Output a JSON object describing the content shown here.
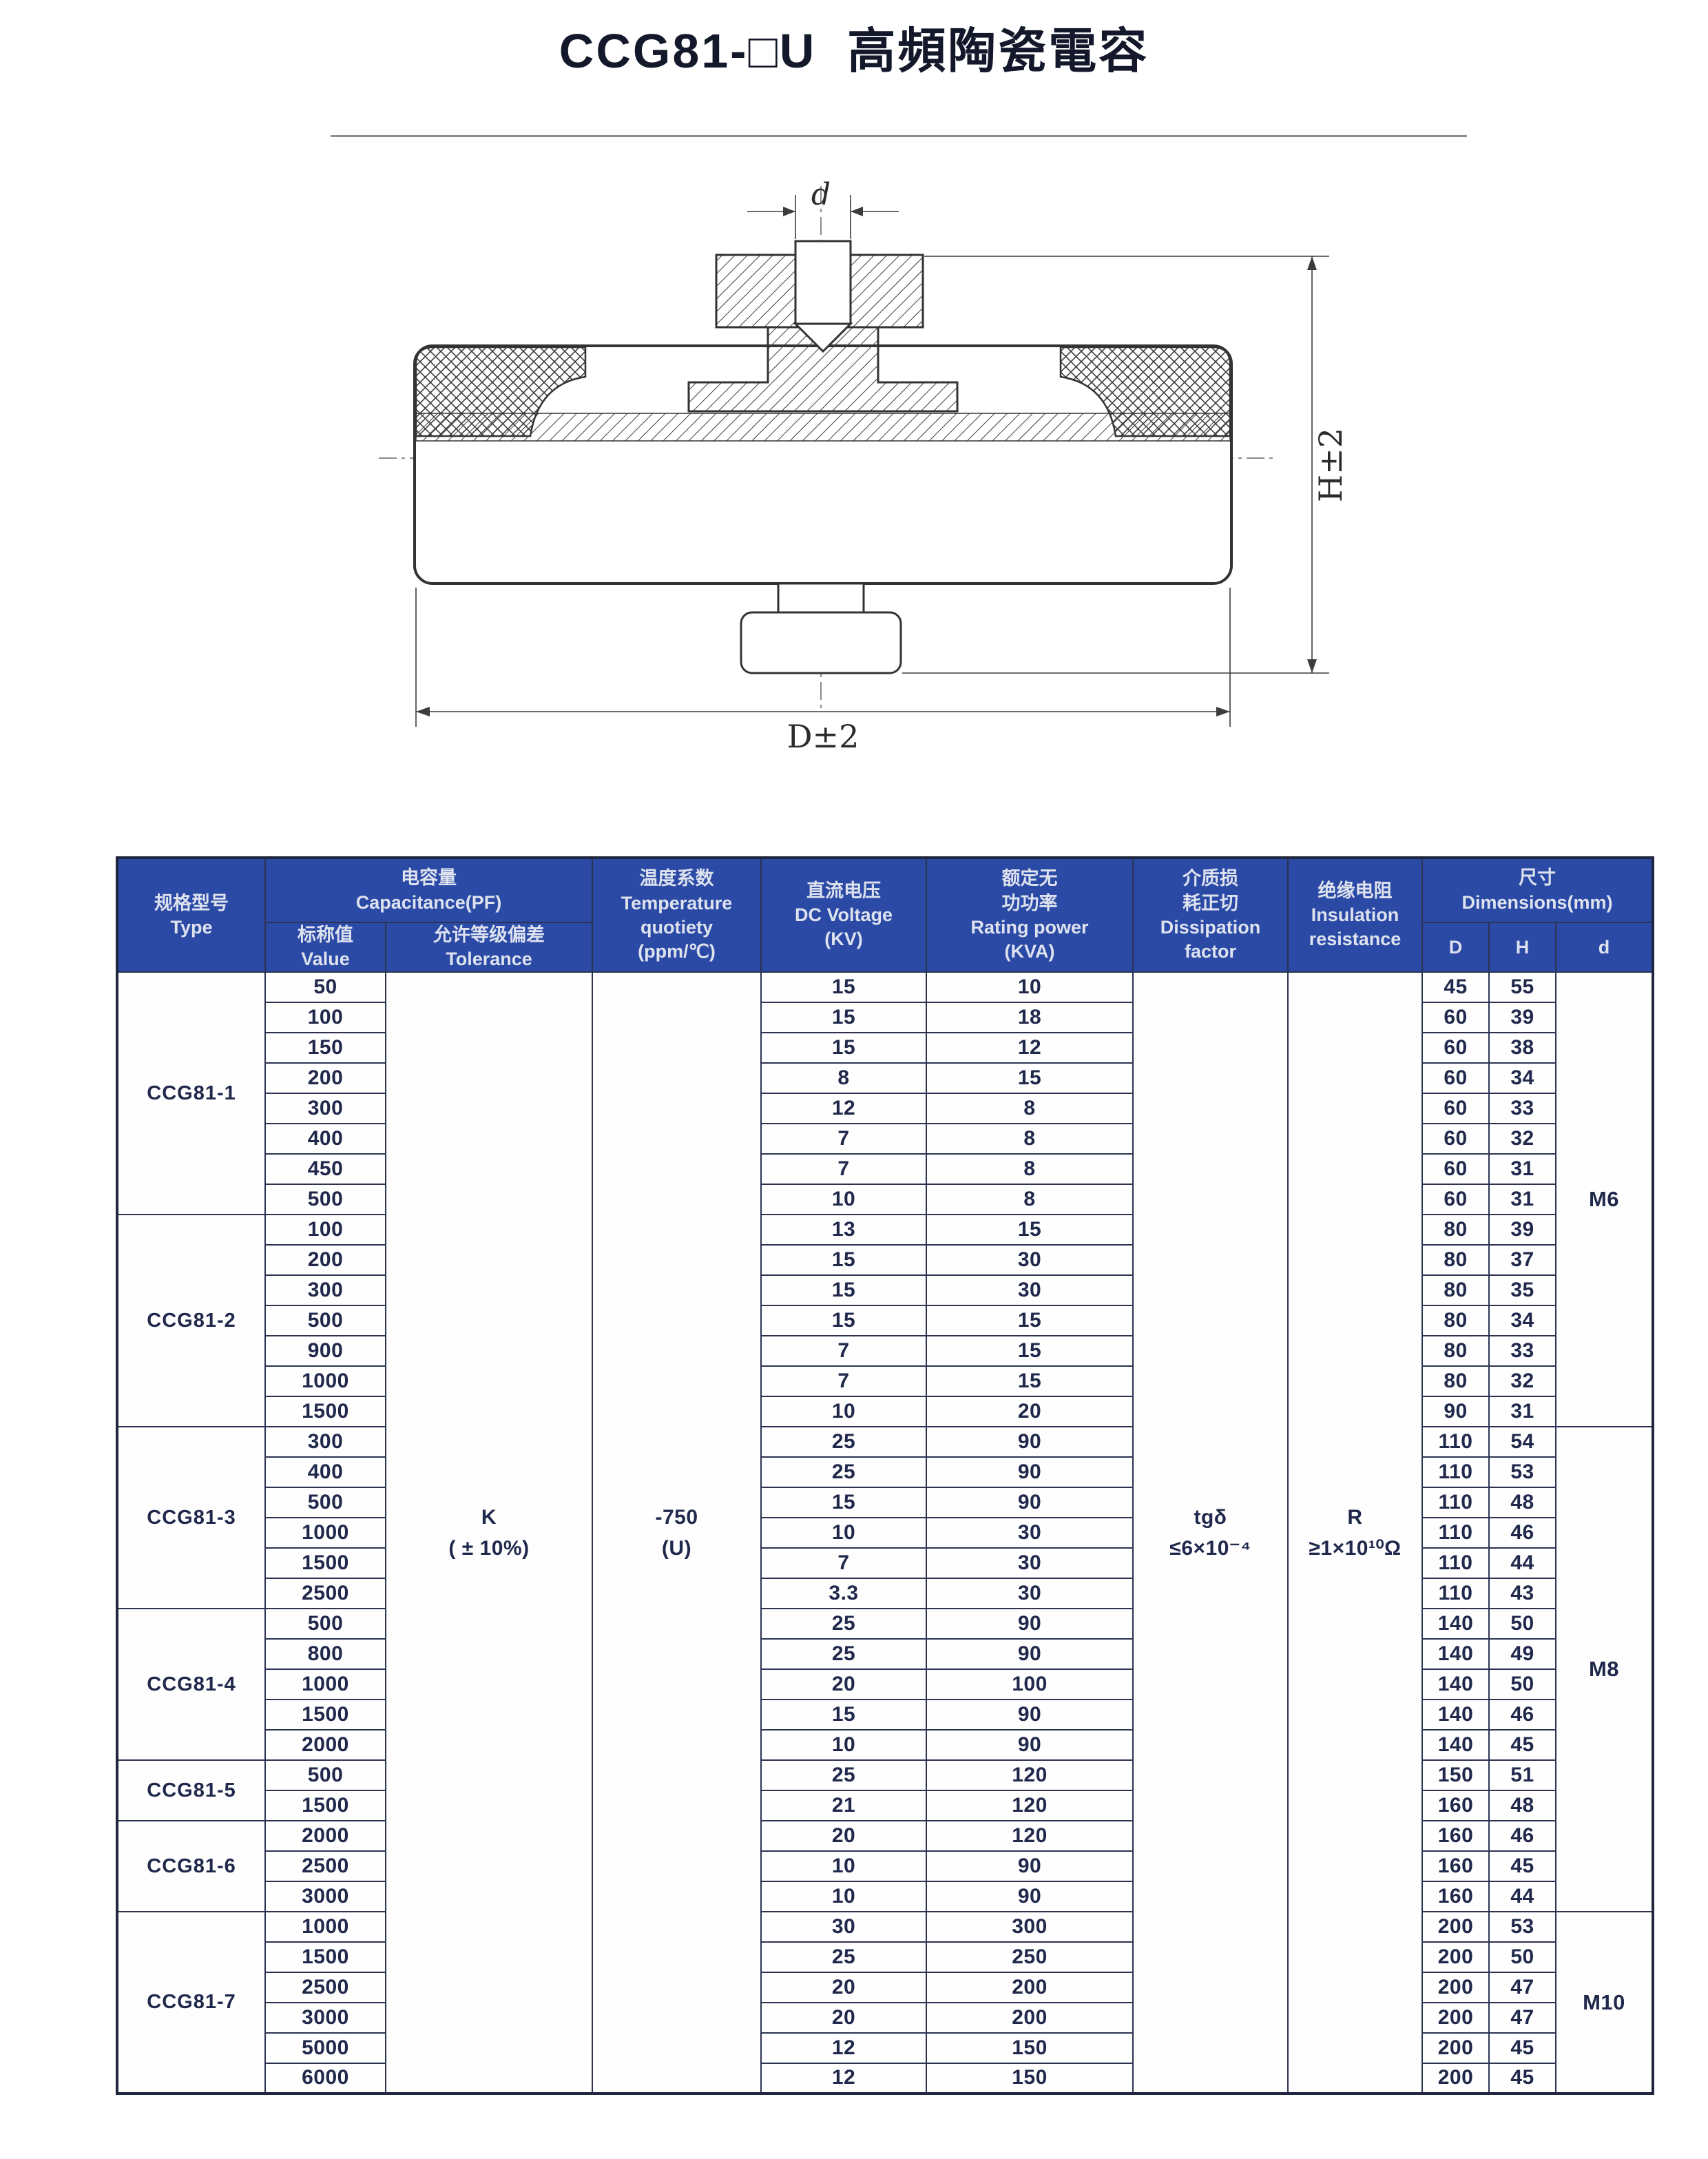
{
  "page": {
    "title": "CCG81-□U  高頻陶瓷電容"
  },
  "diagram": {
    "dim_d": "d",
    "dim_D": "D±2",
    "dim_H": "H±2"
  },
  "table": {
    "headers": {
      "type": "规格型号\nType",
      "capacitance": "电容量\nCapacitance(PF)",
      "value": "标称值\nValue",
      "tolerance": "允许等级偏差\nTolerance",
      "temperature": "温度系数\nTemperature\nquotiety\n(ppm/℃)",
      "voltage": "直流电压\nDC Voltage\n(KV)",
      "power": "额定无\n功功率\nRating power\n(KVA)",
      "dissipation": "介质损\n耗正切\nDissipation\nfactor",
      "insulation": "绝缘电阻\nInsulation\nresistance",
      "dimensions": "尺寸\nDimensions(mm)",
      "dim_D": "D",
      "dim_H": "H",
      "dim_d": "d"
    },
    "shared": {
      "tolerance": "K\n( ± 10%)",
      "temperature": "-750\n(U)",
      "dissipation": "tgδ\n≤6×10⁻⁴",
      "insulation": "R\n≥1×10¹⁰Ω"
    },
    "thread_groups": [
      {
        "label": "M6",
        "rows": 15
      },
      {
        "label": "M8",
        "rows": 16
      },
      {
        "label": "M10",
        "rows": 6
      }
    ],
    "groups": [
      {
        "type": "CCG81-1",
        "rows": [
          [
            "50",
            "15",
            "10",
            "45",
            "55"
          ],
          [
            "100",
            "15",
            "18",
            "60",
            "39"
          ],
          [
            "150",
            "15",
            "12",
            "60",
            "38"
          ],
          [
            "200",
            "8",
            "15",
            "60",
            "34"
          ],
          [
            "300",
            "12",
            "8",
            "60",
            "33"
          ],
          [
            "400",
            "7",
            "8",
            "60",
            "32"
          ],
          [
            "450",
            "7",
            "8",
            "60",
            "31"
          ],
          [
            "500",
            "10",
            "8",
            "60",
            "31"
          ]
        ]
      },
      {
        "type": "CCG81-2",
        "rows": [
          [
            "100",
            "13",
            "15",
            "80",
            "39"
          ],
          [
            "200",
            "15",
            "30",
            "80",
            "37"
          ],
          [
            "300",
            "15",
            "30",
            "80",
            "35"
          ],
          [
            "500",
            "15",
            "15",
            "80",
            "34"
          ],
          [
            "900",
            "7",
            "15",
            "80",
            "33"
          ],
          [
            "1000",
            "7",
            "15",
            "80",
            "32"
          ],
          [
            "1500",
            "10",
            "20",
            "90",
            "31"
          ]
        ]
      },
      {
        "type": "CCG81-3",
        "rows": [
          [
            "300",
            "25",
            "90",
            "110",
            "54"
          ],
          [
            "400",
            "25",
            "90",
            "110",
            "53"
          ],
          [
            "500",
            "15",
            "90",
            "110",
            "48"
          ],
          [
            "1000",
            "10",
            "30",
            "110",
            "46"
          ],
          [
            "1500",
            "7",
            "30",
            "110",
            "44"
          ],
          [
            "2500",
            "3.3",
            "30",
            "110",
            "43"
          ]
        ]
      },
      {
        "type": "CCG81-4",
        "rows": [
          [
            "500",
            "25",
            "90",
            "140",
            "50"
          ],
          [
            "800",
            "25",
            "90",
            "140",
            "49"
          ],
          [
            "1000",
            "20",
            "100",
            "140",
            "50"
          ],
          [
            "1500",
            "15",
            "90",
            "140",
            "46"
          ],
          [
            "2000",
            "10",
            "90",
            "140",
            "45"
          ]
        ]
      },
      {
        "type": "CCG81-5",
        "rows": [
          [
            "500",
            "25",
            "120",
            "150",
            "51"
          ],
          [
            "1500",
            "21",
            "120",
            "160",
            "48"
          ]
        ]
      },
      {
        "type": "CCG81-6",
        "rows": [
          [
            "2000",
            "20",
            "120",
            "160",
            "46"
          ],
          [
            "2500",
            "10",
            "90",
            "160",
            "45"
          ],
          [
            "3000",
            "10",
            "90",
            "160",
            "44"
          ]
        ]
      },
      {
        "type": "CCG81-7",
        "rows": [
          [
            "1000",
            "30",
            "300",
            "200",
            "53"
          ],
          [
            "1500",
            "25",
            "250",
            "200",
            "50"
          ],
          [
            "2500",
            "20",
            "200",
            "200",
            "47"
          ],
          [
            "3000",
            "20",
            "200",
            "200",
            "47"
          ],
          [
            "5000",
            "12",
            "150",
            "200",
            "45"
          ],
          [
            "6000",
            "12",
            "150",
            "200",
            "45"
          ]
        ]
      }
    ]
  }
}
